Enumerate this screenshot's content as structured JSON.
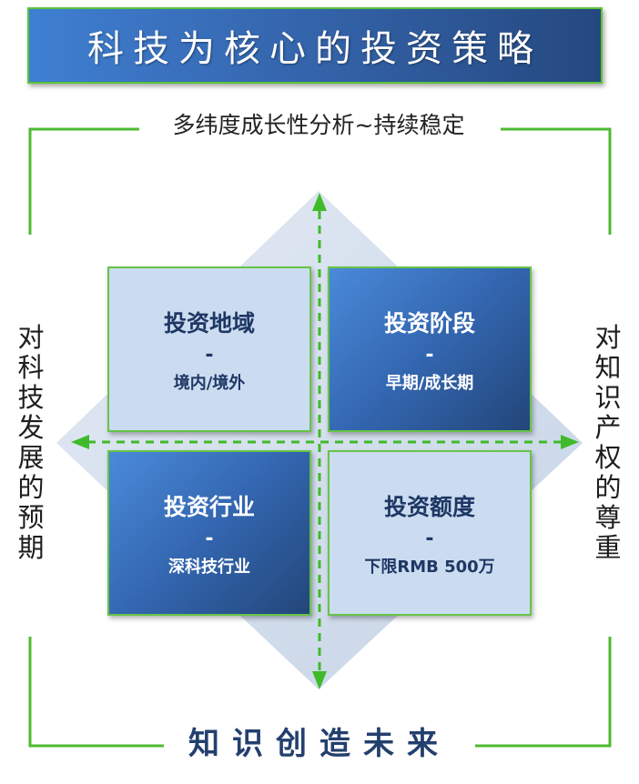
{
  "title": "科技为核心的投资策略",
  "top_caption": "多纬度成长性分析~持续稳定",
  "left_text": [
    "对",
    "科",
    "技",
    "发",
    "展",
    "的",
    "预",
    "期"
  ],
  "right_text": [
    "对",
    "知",
    "识",
    "产",
    "权",
    "的",
    "尊",
    "重"
  ],
  "bottom_caption": "知识创造未来",
  "quadrants": [
    {
      "title": "投资地域",
      "dash": "-",
      "sub": "境内/境外",
      "style": "light"
    },
    {
      "title": "投资阶段",
      "dash": "-",
      "sub": "早期/成长期",
      "style": "dark"
    },
    {
      "title": "投资行业",
      "dash": "-",
      "sub": "深科技行业",
      "style": "dark"
    },
    {
      "title": "投资额度",
      "dash": "-",
      "sub": "下限RMB 500万",
      "style": "light"
    }
  ],
  "colors": {
    "frame_green": "#4cbb30",
    "arrow_green": "#3fba2a",
    "diamond_fill": "#d6e1ee",
    "banner_blue": "#3566ae",
    "dark_navy": "#233f6e"
  }
}
